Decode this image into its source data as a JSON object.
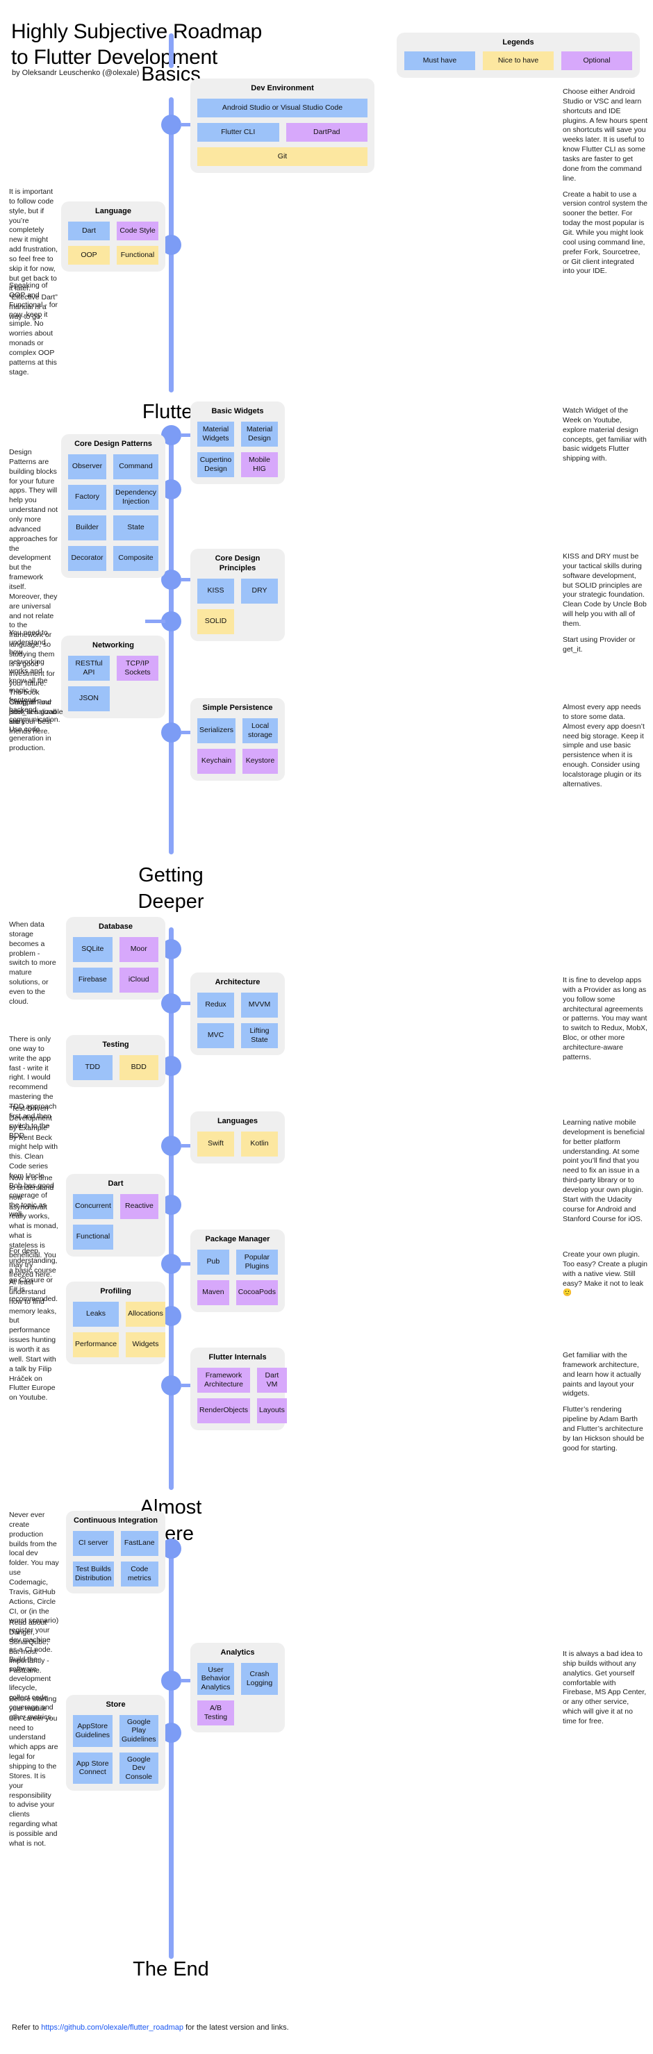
{
  "header": {
    "title_line1": "Highly Subjective Roadmap",
    "title_line2": "to Flutter Development",
    "byline": "by Oleksandr Leuschenko (@olexale)"
  },
  "legend": {
    "title": "Legends",
    "items": [
      {
        "label": "Must have",
        "kind": "must",
        "color": "#9CC2F9"
      },
      {
        "label": "Nice to have",
        "kind": "nice",
        "color": "#FCE7A0"
      },
      {
        "label": "Optional",
        "kind": "opt",
        "color": "#D7A8FB"
      }
    ]
  },
  "sections": [
    {
      "label": "Basics"
    },
    {
      "label": "Flutter"
    },
    {
      "label": "Getting"
    },
    {
      "label": "Deeper"
    },
    {
      "label": "Almost"
    },
    {
      "label": "there"
    },
    {
      "label": "The End"
    }
  ],
  "cards": [
    {
      "title": "Dev Environment",
      "chips": [
        {
          "label": "Android Studio or Visual Studio Code",
          "kind": "must",
          "wide": true
        },
        {
          "label": "Flutter CLI",
          "kind": "must"
        },
        {
          "label": "DartPad",
          "kind": "opt"
        },
        {
          "label": "Git",
          "kind": "nice",
          "wide": true
        }
      ]
    },
    {
      "title": "Language",
      "chips": [
        {
          "label": "Dart",
          "kind": "must"
        },
        {
          "label": "Code Style",
          "kind": "opt"
        },
        {
          "label": "OOP",
          "kind": "nice"
        },
        {
          "label": "Functional",
          "kind": "nice"
        }
      ]
    },
    {
      "title": "Basic Widgets",
      "chips": [
        {
          "label": "Material Widgets",
          "kind": "must"
        },
        {
          "label": "Material Design",
          "kind": "must"
        },
        {
          "label": "Cupertino Design",
          "kind": "must"
        },
        {
          "label": "Mobile HIG",
          "kind": "opt"
        }
      ]
    },
    {
      "title": "Core Design Patterns",
      "chips": [
        {
          "label": "Observer",
          "kind": "must"
        },
        {
          "label": "Command",
          "kind": "must"
        },
        {
          "label": "Factory",
          "kind": "must"
        },
        {
          "label": "Dependency Injection",
          "kind": "must"
        },
        {
          "label": "Builder",
          "kind": "must"
        },
        {
          "label": "State",
          "kind": "must"
        },
        {
          "label": "Decorator",
          "kind": "must"
        },
        {
          "label": "Composite",
          "kind": "must"
        }
      ]
    },
    {
      "title": "Core Design Principles",
      "chips": [
        {
          "label": "KISS",
          "kind": "must"
        },
        {
          "label": "DRY",
          "kind": "must"
        },
        {
          "label": "SOLID",
          "kind": "nice"
        }
      ]
    },
    {
      "title": "Networking",
      "chips": [
        {
          "label": "RESTful API",
          "kind": "must"
        },
        {
          "label": "TCP/IP Sockets",
          "kind": "opt"
        },
        {
          "label": "JSON",
          "kind": "must"
        }
      ]
    },
    {
      "title": "Simple Persistence",
      "chips": [
        {
          "label": "Serializers",
          "kind": "must"
        },
        {
          "label": "Local storage",
          "kind": "must"
        },
        {
          "label": "Keychain",
          "kind": "opt"
        },
        {
          "label": "Keystore",
          "kind": "opt"
        }
      ]
    },
    {
      "title": "Database",
      "chips": [
        {
          "label": "SQLite",
          "kind": "must"
        },
        {
          "label": "Moor",
          "kind": "opt"
        },
        {
          "label": "Firebase",
          "kind": "must"
        },
        {
          "label": "iCloud",
          "kind": "opt"
        }
      ]
    },
    {
      "title": "Architecture",
      "chips": [
        {
          "label": "Redux",
          "kind": "must"
        },
        {
          "label": "MVVM",
          "kind": "must"
        },
        {
          "label": "MVC",
          "kind": "must"
        },
        {
          "label": "Lifting State",
          "kind": "must"
        }
      ]
    },
    {
      "title": "Testing",
      "chips": [
        {
          "label": "TDD",
          "kind": "must"
        },
        {
          "label": "BDD",
          "kind": "nice"
        }
      ]
    },
    {
      "title": "Languages",
      "chips": [
        {
          "label": "Swift",
          "kind": "nice"
        },
        {
          "label": "Kotlin",
          "kind": "nice"
        }
      ]
    },
    {
      "title": "Dart",
      "chips": [
        {
          "label": "Concurrent",
          "kind": "must"
        },
        {
          "label": "Reactive",
          "kind": "opt"
        },
        {
          "label": "Functional",
          "kind": "must"
        }
      ]
    },
    {
      "title": "Package Manager",
      "chips": [
        {
          "label": "Pub",
          "kind": "must"
        },
        {
          "label": "Popular Plugins",
          "kind": "must"
        },
        {
          "label": "Maven",
          "kind": "opt"
        },
        {
          "label": "CocoaPods",
          "kind": "opt"
        }
      ]
    },
    {
      "title": "Profiling",
      "chips": [
        {
          "label": "Leaks",
          "kind": "must"
        },
        {
          "label": "Allocations",
          "kind": "nice"
        },
        {
          "label": "Performance",
          "kind": "nice"
        },
        {
          "label": "Widgets",
          "kind": "nice"
        }
      ]
    },
    {
      "title": "Flutter Internals",
      "chips": [
        {
          "label": "Framework Architecture",
          "kind": "opt"
        },
        {
          "label": "Dart VM",
          "kind": "opt"
        },
        {
          "label": "RenderObjects",
          "kind": "opt"
        },
        {
          "label": "Layouts",
          "kind": "opt"
        }
      ]
    },
    {
      "title": "Continuous Integration",
      "chips": [
        {
          "label": "CI server",
          "kind": "must"
        },
        {
          "label": "FastLane",
          "kind": "must"
        },
        {
          "label": "Test Builds Distribution",
          "kind": "must"
        },
        {
          "label": "Code metrics",
          "kind": "must"
        }
      ]
    },
    {
      "title": "Analytics",
      "chips": [
        {
          "label": "User Behavior Analytics",
          "kind": "must"
        },
        {
          "label": "Crash Logging",
          "kind": "must"
        },
        {
          "label": "A/B Testing",
          "kind": "opt"
        }
      ]
    },
    {
      "title": "Store",
      "chips": [
        {
          "label": "AppStore Guidelines",
          "kind": "must"
        },
        {
          "label": "Google Play Guidelines",
          "kind": "must"
        },
        {
          "label": "App Store Connect",
          "kind": "must"
        },
        {
          "label": "Google Dev Console",
          "kind": "must"
        }
      ]
    }
  ],
  "notes": {
    "code_style": "It is important to follow code style, but if you’re completely new it might add frustration, so feel free to skip it for now, but get back to it later. “Effective Dart” manual is a way to go.",
    "oop_functional": "Speaking of OOP and Functional - for now, keep it simple. No worries about monads or complex OOP patterns at this stage.",
    "dev_env": "Choose either Android Studio or VSC and learn shortcuts and IDE plugins. A few hours spent on shortcuts will save you weeks later. It is useful to know Flutter CLI as some tasks are faster to get done from the command line.",
    "version_control": "Create a habit to use a version control system the sooner the better. For today the most popular is Git. While you might look cool using command line, prefer Fork, Sourcetree, or Git client integrated into your IDE.",
    "design_patterns": "Design Patterns are building blocks for your future apps. They will help you understand not only more advanced approaches for the development but the framework itself. Moreover, they are universal and not relate to the framework or language, so studying them is a good investment for your future. The book Gang of Four book is a good start.",
    "basic_widgets": "Watch Widget of the Week on Youtube, explore material design concepts, get familiar with basic widgets Flutter shipping with.",
    "principles": "KISS and DRY must be your tactical skills during software development, but SOLID principles are your strategic foundation. Clean Code by Uncle Bob will help you with all of them.",
    "provider": "Start using Provider or get_it.",
    "networking": "You need to understand how networking works and know all the magic in frontend-backend communication. Use code generation in production.",
    "chopper": "Chopper and json_serializable are your best friends here.",
    "persistence": "Almost every app needs to store some data. Almost every app doesn’t need big storage. Keep it simple and use basic persistence when it is enough. Consider using localstorage plugin or its alternatives.",
    "database": "When data storage becomes a problem - switch to more mature solutions, or even to the cloud.",
    "architecture": "It is fine to develop apps with a Provider as long as you follow some architectural agreements or patterns. You may want to switch to Redux, MobX, Bloc, or other more architecture-aware patterns.",
    "testing": "There is only one way to write the app fast - write it right. I would recommend mastering the TDD approach first and then switch to the BDD.",
    "tdd_book": "“Test-Driven Development by Example” by Kent Beck might help with this. Clean Code series from Uncle Bob has good coverage of the topic as well.",
    "languages": "Learning native mobile development is beneficial for better platform understanding. At some point you’ll find that you need to fix an issue in a third-party library or to develop your own plugin. Start with the Udacity course for Android and Stanford Course for iOS.",
    "dart_async": "Now it is time to understand how async/await really works, what is monad, what is stateless is beneficial. You may try freezed here.",
    "dart_closure": "For deep understanding, a basic course on Closure or F# is recommended.",
    "package_manager": "Create your own plugin. Too easy? Create a plugin with a native view. Still easy? Make it not to leak 🙂",
    "profiling": "At least understand how to find memory leaks, but performance issues hunting is worth it as well. Start with a talk by Filip Hráček on Flutter Europe on Youtube.",
    "internals": "Get familiar with the framework architecture, and learn how it actually paints and layout your widgets.",
    "internals_links": "Flutter’s rendering pipeline by Adam Barth and Flutter’s architecture by Ian Hickson should be good for starting.",
    "ci": "Never ever create production builds from the local dev folder. You may use Codemagic, Travis, GitHub Actions, Circle CI, or (in the worst scenario) register your dev machine as a CI node. Build the software development lifecycle, collect code coverage and other metrics.",
    "ci_tools": "Read about Danger, SonarQube, but most importantly - FastLane.",
    "analytics": "It is always a bad idea to ship builds without any analytics. Get yourself comfortable with Firebase, MS App Center, or any other service, which will give it at no time for free.",
    "store": "Before starting your mobile dev career you need to understand which apps are legal for shipping to the Stores. It is your responsibility to advise your clients regarding what is possible and what is not."
  },
  "footer": {
    "prefix": "Refer to ",
    "link": "https://github.com/olexale/flutter_roadmap",
    "suffix": " for the latest version and links."
  }
}
